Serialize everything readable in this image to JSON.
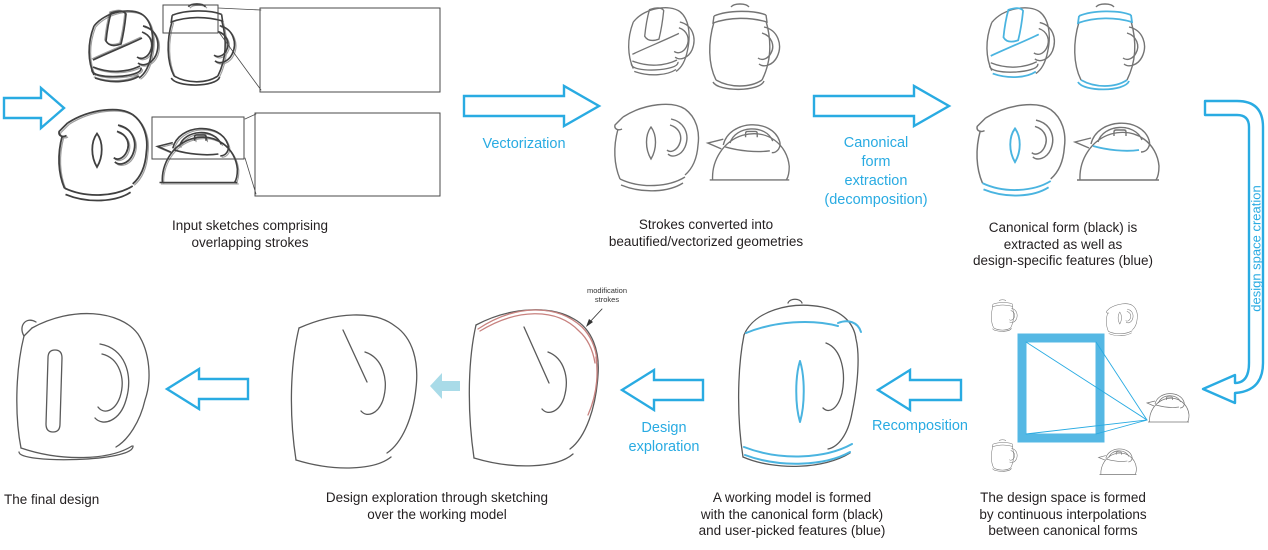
{
  "colors": {
    "accent": "#29abe2",
    "feature-blue": "#4ab4e0",
    "square-blue": "#55b8e4",
    "pale-arrow": "#a9dbe8",
    "modification-red": "#c8827f",
    "sketch-dark": "#404040",
    "vector-gray": "#747474",
    "text": "#231f20"
  },
  "labels": {
    "vectorization": "Vectorization",
    "canonical_extraction": "Canonical\nform\nextraction\n(decomposition)",
    "design_space_creation": "design space creation",
    "recomposition": "Recomposition",
    "design_exploration": "Design\nexploration",
    "modification_strokes": "modification\nstrokes"
  },
  "captions": {
    "input": "Input sketches comprising\noverlapping strokes",
    "vectorized": "Strokes converted into\nbeautified/vectorized geometries",
    "canonical": "Canonical form (black) is\nextracted as well as\ndesign-specific features (blue)",
    "design_space": "The design space is formed\nby continuous interpolations\nbetween canonical forms",
    "working_model": "A working model is formed\nwith the canonical form (black)\nand user-picked features (blue)",
    "exploration": "Design exploration through sketching\nover the working model",
    "final": "The final design"
  }
}
